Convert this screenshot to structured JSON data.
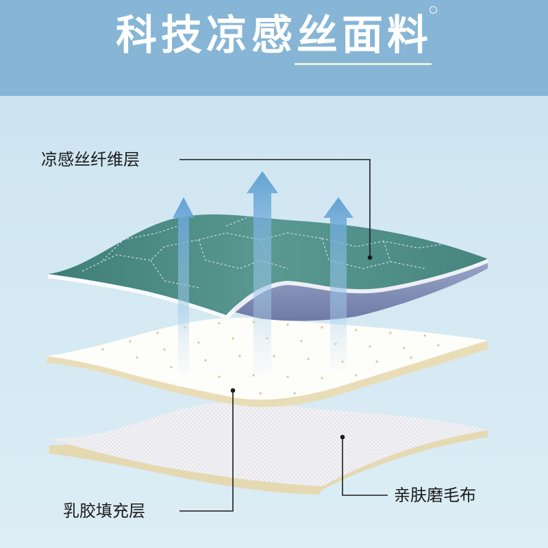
{
  "header": {
    "title": "科技凉感丝面料"
  },
  "labels": {
    "cooling_layer": "凉感丝纤维层",
    "latex_layer": "乳胶填充层",
    "skin_layer": "亲肤磨毛布"
  },
  "colors": {
    "header_background": "#86b5d6",
    "page_background": "#d3e8f2",
    "cooling_fabric": "#4f8d86",
    "latex_layer": "#fdfdfa",
    "latex_edge": "#e9ddb8",
    "skin_fabric": "#f4f4f6",
    "arrow": "#6fa9d6"
  },
  "icons": [
    "upward-airflow-arrow-icon"
  ]
}
